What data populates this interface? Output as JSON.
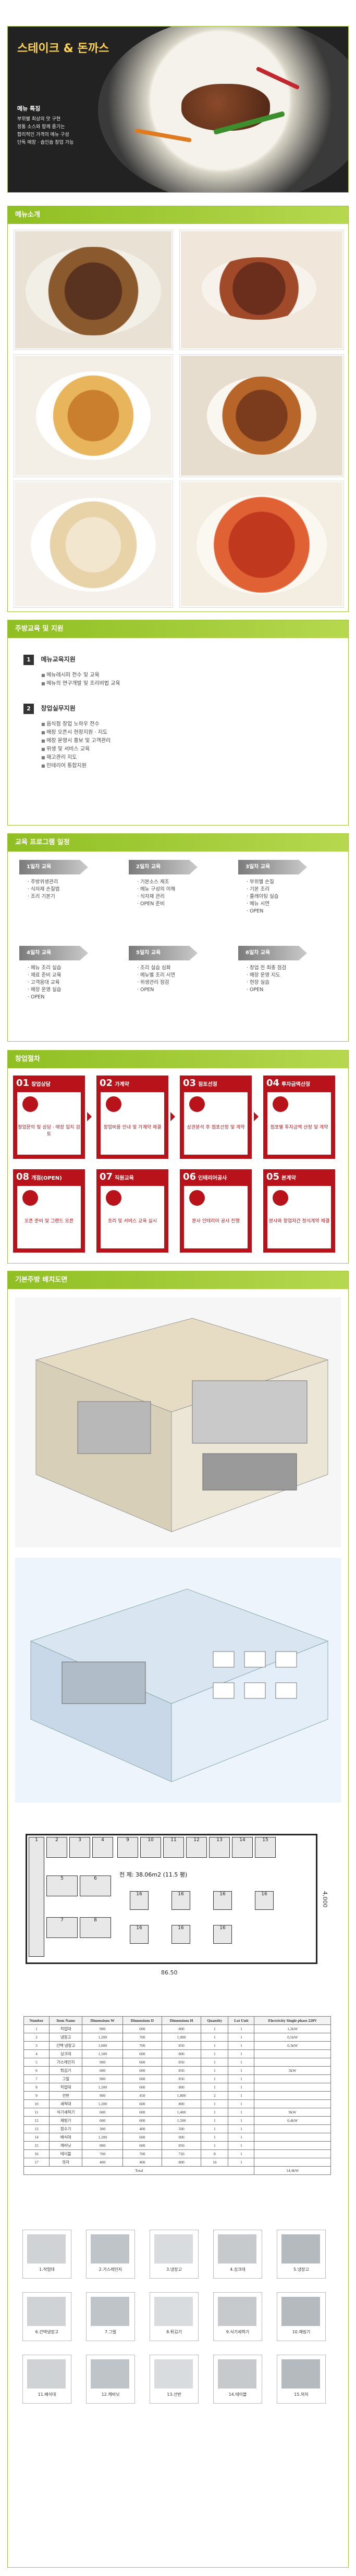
{
  "hero": {
    "title": "스테이크 & 돈까스",
    "box_title": "메뉴 특징",
    "box_lines": [
      "부위별 최상의 맛 구현",
      "정통 소스와 함께 즐기는",
      "합리적인 가격의 메뉴 구성",
      "단독 매장 · 숍인숍 창업 가능"
    ]
  },
  "sections": {
    "menu": "메뉴소개",
    "education": "주방교육 및 지원",
    "program": "교육 프로그램 일정",
    "founding": "창업절차",
    "kitchen": "기본주방 배치도면"
  },
  "education": [
    {
      "num": "1",
      "title": "메뉴교육지원",
      "items": [
        "메뉴레시피 전수 및 교육",
        "메뉴의 연구개발 및 조리비법 교육"
      ]
    },
    {
      "num": "2",
      "title": "창업실무지원",
      "items": [
        "음식점 창업 노하우 전수",
        "매장 오픈시 현장지원 · 지도",
        "매장 운영시 홍보 및 고객관리",
        "위생 및 서비스 교육",
        "재고관리 지도",
        "인테리어 통합지원"
      ]
    }
  ],
  "program": [
    {
      "tab": "1일차 교육",
      "items": [
        "주방위생관리",
        "식자재 손질법",
        "조리 기본기"
      ]
    },
    {
      "tab": "2일차 교육",
      "items": [
        "기본소스 제조",
        "메뉴 구성의 이해",
        "식자재 관리",
        "OPEN 준비"
      ]
    },
    {
      "tab": "3일차 교육",
      "items": [
        "부위별 손질",
        "기본 조리",
        "플레이팅 실습",
        "메뉴 시연",
        "OPEN"
      ]
    },
    {
      "tab": "4일차 교육",
      "items": [
        "메뉴 조리 실습",
        "재료 준비 교육",
        "고객응대 교육",
        "매장 운영 실습",
        "OPEN"
      ]
    },
    {
      "tab": "5일차 교육",
      "items": [
        "조리 실습 심화",
        "메뉴별 조리 시연",
        "위생관리 점검",
        "OPEN"
      ]
    },
    {
      "tab": "6일차 교육",
      "items": [
        "창업 전 최종 점검",
        "매장 운영 지도",
        "현장 실습",
        "OPEN"
      ]
    }
  ],
  "steps": [
    {
      "num": "01",
      "label": "창업상담",
      "text": "창업문의 및 상담 · 매장 입지 검토"
    },
    {
      "num": "02",
      "label": "가계약",
      "text": "창업비용 안내 및 가계약 체결"
    },
    {
      "num": "03",
      "label": "점포선정",
      "text": "상권분석 후 점포선정 및 계약"
    },
    {
      "num": "04",
      "label": "투자금액산정",
      "text": "점포별 투자금액 산정 및 계약"
    },
    {
      "num": "05",
      "label": "본계약",
      "text": "본사와 창업자간 정식계약 체결"
    },
    {
      "num": "06",
      "label": "인테리어공사",
      "text": "본사 인테리어 공사 진행"
    },
    {
      "num": "07",
      "label": "직원교육",
      "text": "조리 및 서비스 교육 실시"
    },
    {
      "num": "08",
      "label": "개점(OPEN)",
      "text": "오픈 준비 및 그랜드 오픈"
    }
  ],
  "floorplan": {
    "width_label": "86.50",
    "height_label": "4,000",
    "area_label": "전 제: 38.06m2 (11.5 평)",
    "cells": [
      "1",
      "2",
      "3",
      "4",
      "5",
      "6",
      "7",
      "8",
      "9",
      "10",
      "11",
      "12",
      "13",
      "14",
      "15",
      "16",
      "16",
      "16",
      "16",
      "16",
      "16",
      "16"
    ]
  },
  "equipment_table": {
    "headers": [
      "Number",
      "Item Name",
      "Dimensions W",
      "Dimensions D",
      "Dimensions H",
      "Quantity",
      "Lot Unit",
      "Electricity Single phase 220V"
    ],
    "rows": [
      [
        "1",
        "작업대",
        "900",
        "600",
        "800",
        "1",
        "1",
        "1,2kW"
      ],
      [
        "2",
        "냉장고",
        "1,200",
        "700",
        "1,900",
        "1",
        "1",
        "0,5kW"
      ],
      [
        "3",
        "간택 냉장고",
        "1,000",
        "700",
        "850",
        "1",
        "1",
        "0,3kW"
      ],
      [
        "4",
        "싱크대",
        "1,500",
        "600",
        "800",
        "1",
        "1",
        ""
      ],
      [
        "5",
        "가스레인지",
        "900",
        "600",
        "850",
        "1",
        "1",
        ""
      ],
      [
        "6",
        "튀김기",
        "600",
        "600",
        "850",
        "1",
        "1",
        "3kW"
      ],
      [
        "7",
        "그릴",
        "900",
        "600",
        "850",
        "1",
        "1",
        ""
      ],
      [
        "8",
        "작업대",
        "1,200",
        "600",
        "800",
        "1",
        "1",
        ""
      ],
      [
        "9",
        "선반",
        "900",
        "450",
        "1,800",
        "2",
        "1",
        ""
      ],
      [
        "10",
        "세척대",
        "1,200",
        "600",
        "800",
        "1",
        "1",
        ""
      ],
      [
        "11",
        "식기세척기",
        "600",
        "600",
        "1,400",
        "1",
        "1",
        "9kW"
      ],
      [
        "12",
        "제빙기",
        "600",
        "600",
        "1,500",
        "1",
        "1",
        "0,4kW"
      ],
      [
        "13",
        "정수기",
        "300",
        "400",
        "500",
        "1",
        "1",
        ""
      ],
      [
        "14",
        "배식대",
        "1,200",
        "600",
        "900",
        "1",
        "1",
        ""
      ],
      [
        "15",
        "캐비닛",
        "900",
        "600",
        "850",
        "1",
        "1",
        ""
      ],
      [
        "16",
        "테이블",
        "700",
        "700",
        "720",
        "8",
        "1",
        ""
      ],
      [
        "17",
        "의자",
        "400",
        "400",
        "800",
        "16",
        "1",
        ""
      ]
    ],
    "total_label": "Total",
    "total_value": "14,4kW"
  },
  "equipment": [
    "1.작업대",
    "2.가스레인지",
    "3.냉장고",
    "4.싱크대",
    "5.냉장고",
    "6.간택냉장고",
    "7.그릴",
    "8.튀김기",
    "9.식기세척기",
    "10.제빙기",
    "11.배식대",
    "12.캐비닛",
    "13.선반",
    "14.테이블",
    "15.의자"
  ]
}
